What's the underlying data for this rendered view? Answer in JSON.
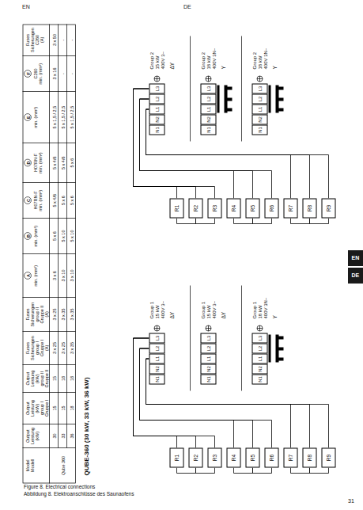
{
  "diagram": {
    "title": "QUBE-360 (30 kW, 33 kW, 36 kW)",
    "caption": "Figure 8. Electrical connections",
    "nodes": [
      {
        "text": [
          "R1"
        ]
      },
      {
        "text": [
          "R2"
        ]
      },
      {
        "text": [
          "R3"
        ]
      },
      {
        "text": [
          "R4"
        ]
      },
      {
        "text": [
          "R5"
        ]
      },
      {
        "text": [
          "R6"
        ]
      },
      {
        "text": [
          "R7"
        ]
      },
      {
        "text": [
          "R8"
        ]
      },
      {
        "text": [
          "R9"
        ]
      },
      {
        "text": [
          "N1"
        ]
      },
      {
        "text": [
          "N2"
        ]
      },
      {
        "text": [
          "L1"
        ]
      },
      {
        "text": [
          "L2"
        ]
      },
      {
        "text": [
          "L3"
        ]
      },
      {
        "text": [
          "N1"
        ]
      },
      {
        "text": [
          "N2"
        ]
      },
      {
        "text": [
          "L1"
        ]
      },
      {
        "text": [
          "L2"
        ]
      },
      {
        "text": [
          "L3"
        ]
      },
      {
        "text": [
          "N1"
        ]
      },
      {
        "text": [
          "N2"
        ]
      },
      {
        "text": [
          "L1"
        ]
      },
      {
        "text": [
          "L2"
        ]
      },
      {
        "text": [
          "L3"
        ]
      },
      {
        "text": [
          "R1"
        ]
      },
      {
        "text": [
          "R2"
        ]
      },
      {
        "text": [
          "R3"
        ]
      },
      {
        "text": [
          "R4"
        ]
      },
      {
        "text": [
          "R5"
        ]
      },
      {
        "text": [
          "R6"
        ]
      },
      {
        "text": [
          "R7"
        ]
      },
      {
        "text": [
          "R8"
        ]
      },
      {
        "text": [
          "R9"
        ]
      },
      {
        "text": [
          "N1"
        ]
      },
      {
        "text": [
          "N2"
        ]
      },
      {
        "text": [
          "L1"
        ]
      },
      {
        "text": [
          "L2"
        ]
      },
      {
        "text": [
          "L3"
        ]
      },
      {
        "text": [
          "N1"
        ]
      },
      {
        "text": [
          "N2"
        ]
      },
      {
        "text": [
          "L1"
        ]
      },
      {
        "text": [
          "L2"
        ]
      },
      {
        "text": [
          "L3"
        ]
      },
      {
        "text": [
          "N1"
        ]
      },
      {
        "text": [
          "N2"
        ]
      },
      {
        "text": [
          "L1"
        ]
      },
      {
        "text": [
          "L2"
        ]
      },
      {
        "text": [
          "L3"
        ]
      }
    ],
    "edges": [
      {
        "from": 0,
        "to": 13,
        "arrow": "none"
      },
      {
        "from": 1,
        "to": 13,
        "arrow": "none"
      },
      {
        "from": 2,
        "to": 13,
        "arrow": "none"
      },
      {
        "from": 3,
        "to": 12,
        "arrow": "none"
      },
      {
        "from": 4,
        "to": 12,
        "arrow": "none"
      },
      {
        "from": 5,
        "to": 12,
        "arrow": "none"
      },
      {
        "from": 6,
        "to": 11,
        "arrow": "none"
      },
      {
        "from": 7,
        "to": 11,
        "arrow": "none"
      },
      {
        "from": 8,
        "to": 11,
        "arrow": "none"
      },
      {
        "from": 0,
        "to": 1,
        "arrow": "none"
      },
      {
        "from": 1,
        "to": 2,
        "arrow": "none"
      },
      {
        "from": 3,
        "to": 4,
        "arrow": "none"
      },
      {
        "from": 4,
        "to": 5,
        "arrow": "none"
      },
      {
        "from": 6,
        "to": 7,
        "arrow": "none"
      },
      {
        "from": 7,
        "to": 8,
        "arrow": "none"
      },
      {
        "from": 24,
        "to": 37,
        "arrow": "none"
      },
      {
        "from": 25,
        "to": 37,
        "arrow": "none"
      },
      {
        "from": 26,
        "to": 37,
        "arrow": "none"
      },
      {
        "from": 27,
        "to": 36,
        "arrow": "none"
      },
      {
        "from": 28,
        "to": 36,
        "arrow": "none"
      },
      {
        "from": 29,
        "to": 36,
        "arrow": "none"
      },
      {
        "from": 30,
        "to": 35,
        "arrow": "none"
      },
      {
        "from": 31,
        "to": 35,
        "arrow": "none"
      },
      {
        "from": 32,
        "to": 35,
        "arrow": "none"
      },
      {
        "from": 24,
        "to": 25,
        "arrow": "none"
      },
      {
        "from": 25,
        "to": 26,
        "arrow": "none"
      },
      {
        "from": 27,
        "to": 28,
        "arrow": "none"
      },
      {
        "from": 28,
        "to": 29,
        "arrow": "none"
      },
      {
        "from": 30,
        "to": 31,
        "arrow": "none"
      },
      {
        "from": 31,
        "to": 32,
        "arrow": "none"
      }
    ],
    "labels": [
      "EN",
      "DE",
      "Model",
      "Modell",
      "Output",
      "Leistung",
      "(kW)",
      "Output",
      "Leistung",
      "(kW)",
      "group I",
      "Gruppe I",
      "Output",
      "Leistung",
      "(kW)",
      "group II",
      "Gruppe II",
      "Fuses",
      "Sicherungen",
      "group I",
      "Gruppe I",
      "(A)",
      "Fuses",
      "Sicherungen",
      "group II",
      "Gruppe II",
      "(A)",
      "A",
      "min. (mm²)",
      "B",
      "min. (mm²)",
      "C",
      "H07RN-F",
      "min. (mm²)",
      "D",
      "H07RN-F",
      "min. (mm²)",
      "E",
      "min. (mm²)",
      "F",
      "C260",
      "min. (mm²)",
      "Fuses",
      "Sicherungen",
      "C260",
      "(A)",
      "Qube 360",
      "30",
      "15",
      "15",
      "3 x 25",
      "3 x 25",
      "3 x 6",
      "5 x 6",
      "5 x 4/6",
      "5 x 4/6",
      "5 x 1,5 / 2,5",
      "3 x 16",
      "3 x 50",
      "33",
      "15",
      "18",
      "3 x 25",
      "3 x 35",
      "3 x 10",
      "5 x 10",
      "5 x 6",
      "5 x 4/6",
      "5 x 1,5 / 2,5",
      "-",
      "-",
      "36",
      "18",
      "18",
      "3 x 35",
      "3 x 35",
      "3 x 10",
      "5 x 10",
      "5 x 6",
      "5 x 6",
      "5 x 1,5 / 2,5",
      "-",
      "-",
      "Group 1",
      "15 kW",
      "400V 3~",
      "ΔY",
      "Group 1",
      "15 kW",
      "400V 3~",
      "ΔY",
      "Group 1",
      "18 kW",
      "400V 3N~",
      "Y",
      "Group 2",
      "15 kW",
      "400V 3~",
      "ΔY",
      "Group 2",
      "18 kW",
      "400V 3N~",
      "Y",
      "Group 2",
      "18 kW",
      "400V 3N~",
      "Y",
      "EN",
      "DE",
      "Abbildung 8. Elektroanschlüsse des Saunaofens",
      "31"
    ]
  }
}
